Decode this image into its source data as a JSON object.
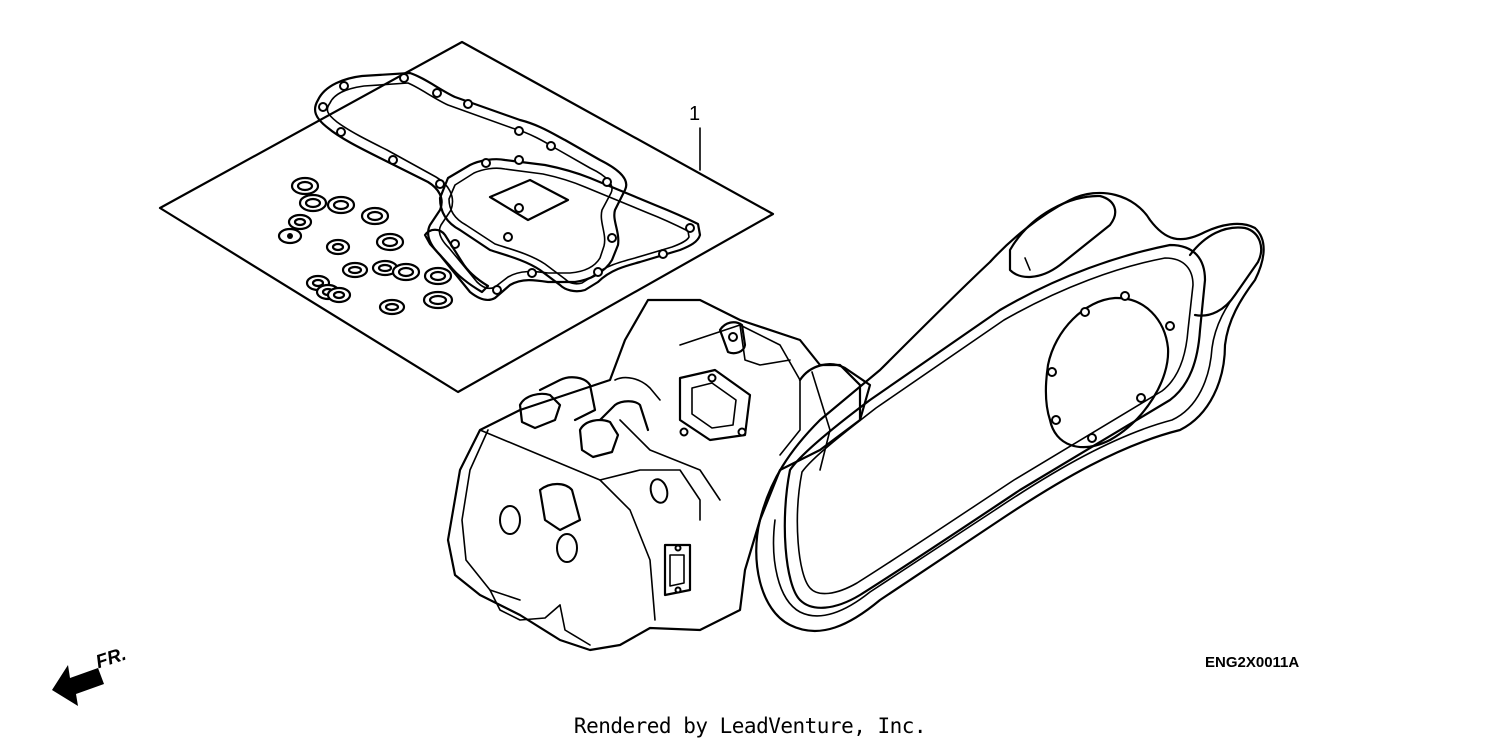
{
  "diagram": {
    "callouts": [
      {
        "label": "1"
      }
    ],
    "direction_label": "FR.",
    "diagram_code": "ENG2X0011A"
  },
  "footer": {
    "credit": "Rendered by LeadVenture, Inc."
  }
}
